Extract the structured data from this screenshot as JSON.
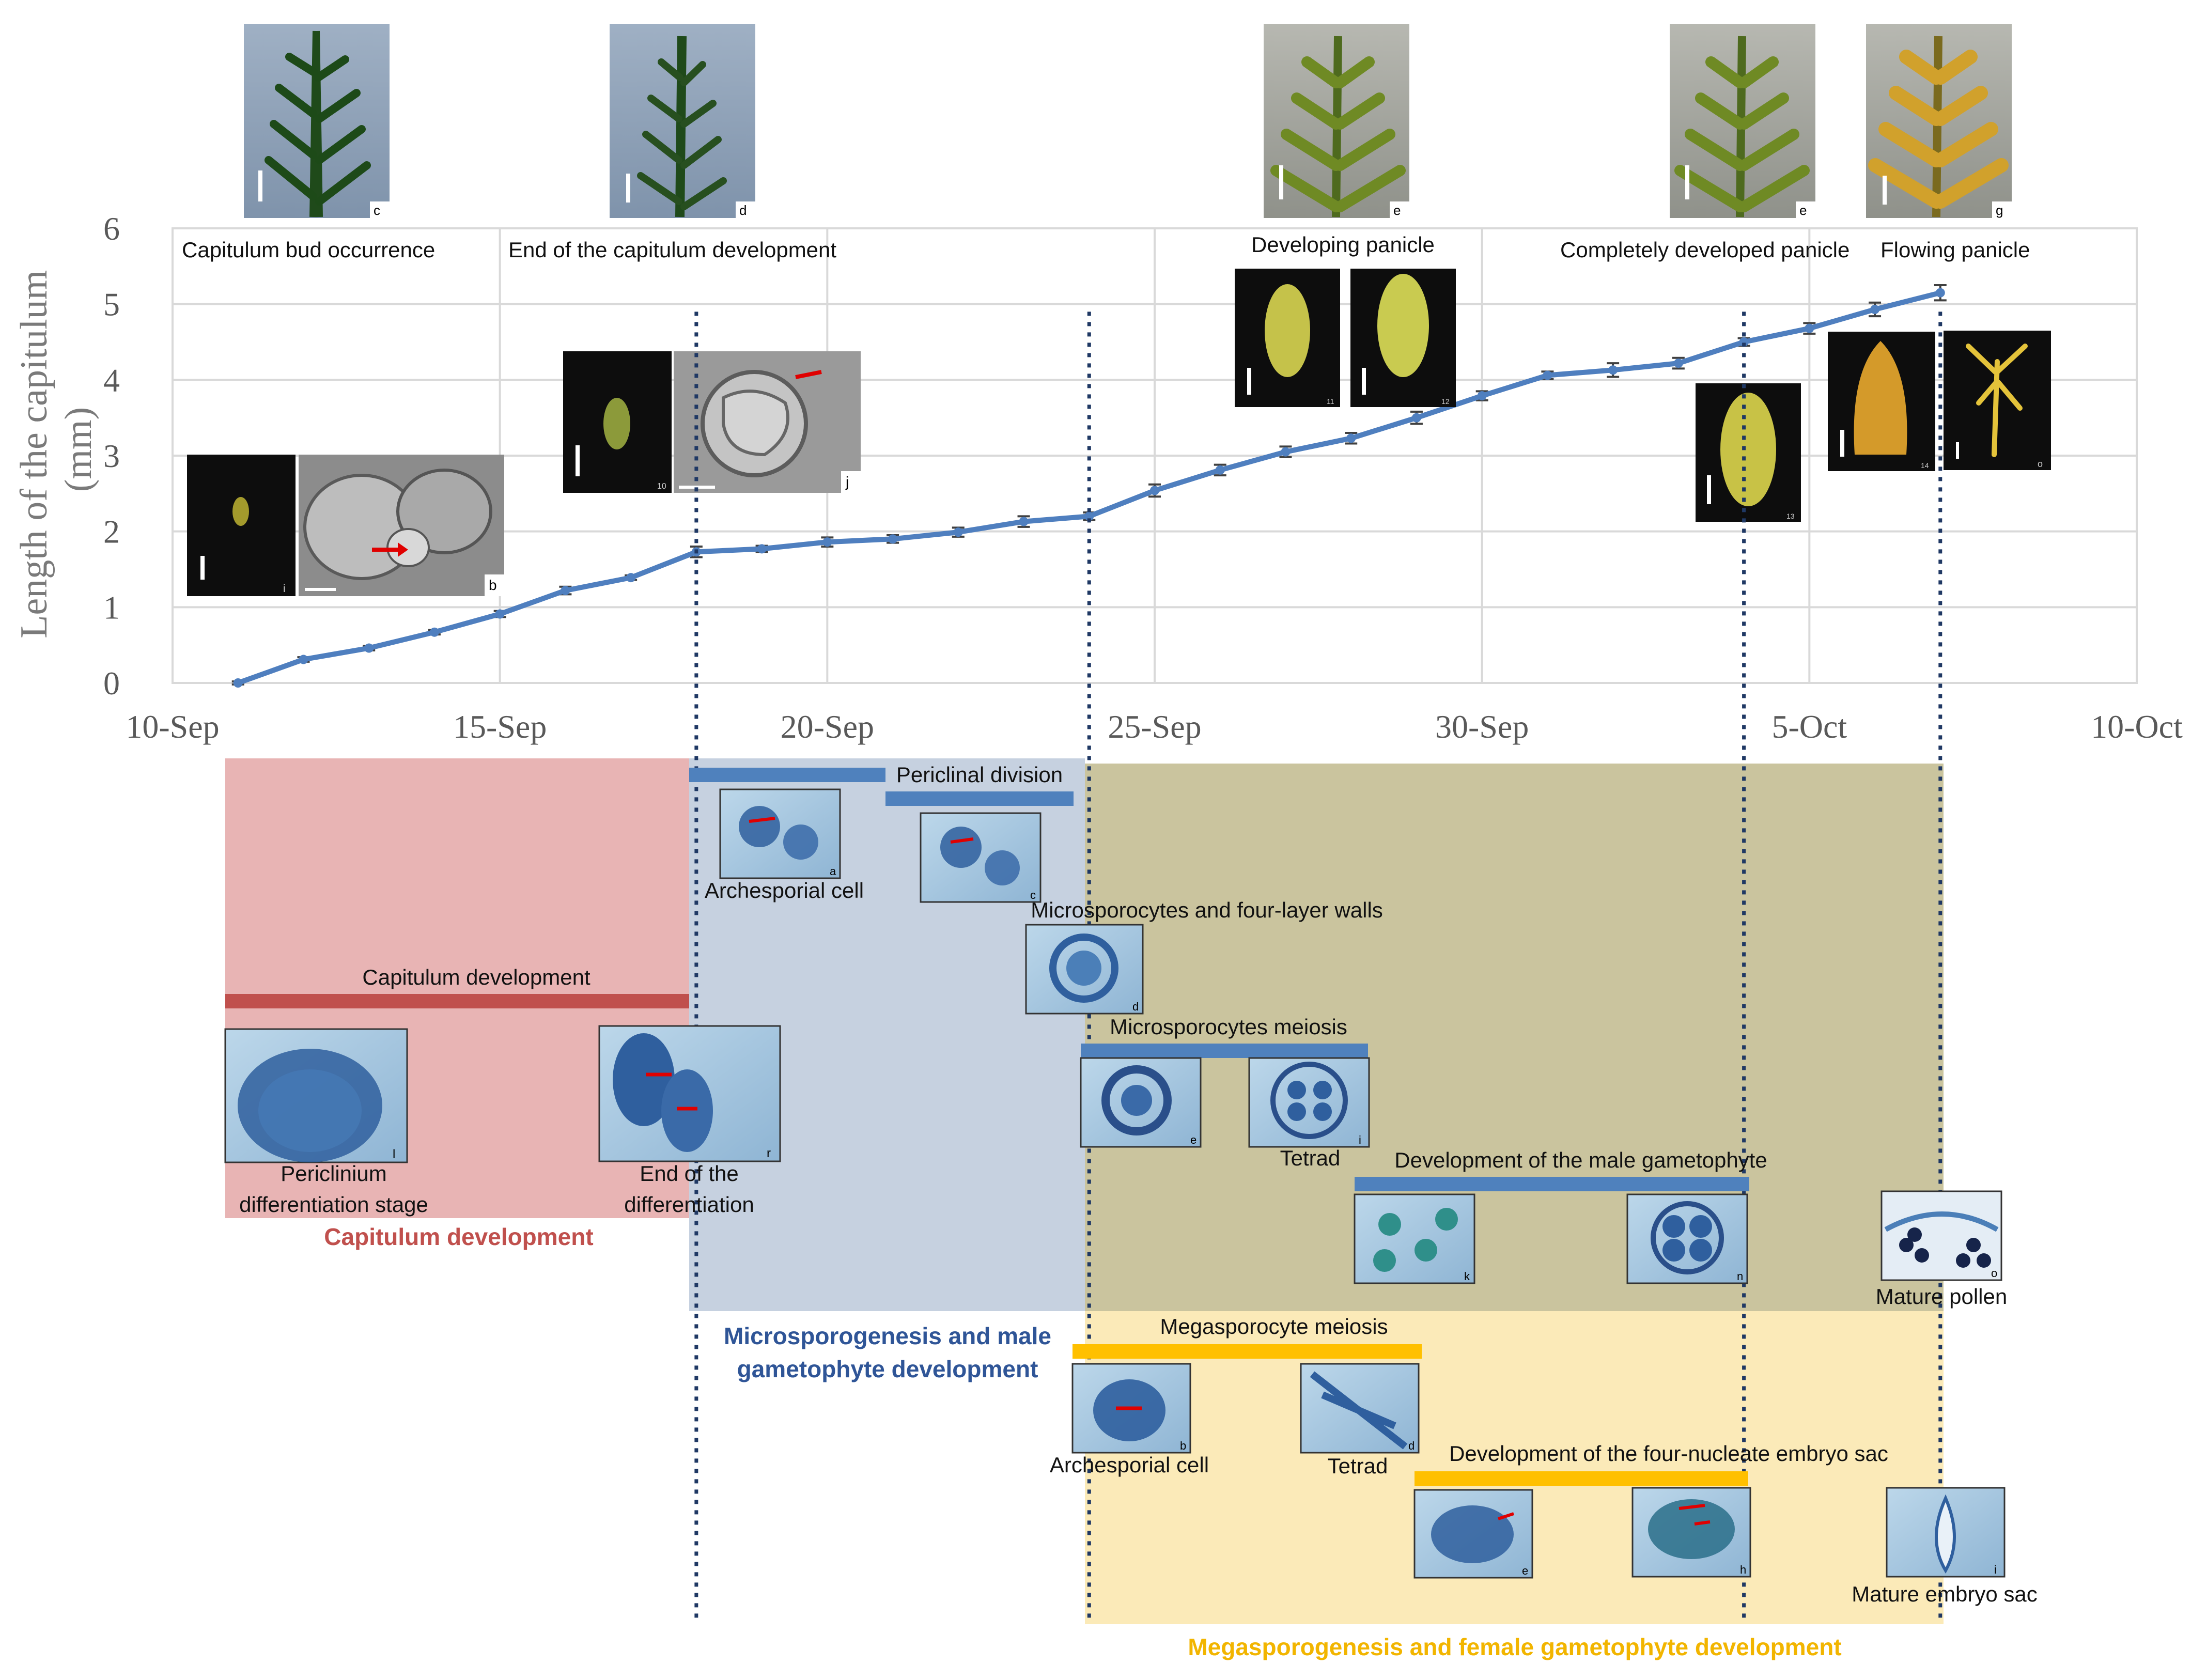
{
  "chart_data": {
    "type": "line",
    "ylabel_line1": "Length of  the capitulum",
    "ylabel_line2": "(mm)",
    "xlabel": "",
    "x_start": "2023-09-10",
    "ylim": [
      0,
      6
    ],
    "y_ticks": [
      "0",
      "1",
      "2",
      "3",
      "4",
      "5",
      "6"
    ],
    "x_ticks": [
      "10-Sep",
      "15-Sep",
      "20-Sep",
      "25-Sep",
      "30-Sep",
      "5-Oct",
      "10-Oct"
    ],
    "grid": true,
    "series": [
      {
        "color": "#4f7fbf",
        "points": [
          {
            "x": "11-Sep",
            "y": 0.0,
            "err": 0.02
          },
          {
            "x": "12-Sep",
            "y": 0.31,
            "err": 0.03
          },
          {
            "x": "13-Sep",
            "y": 0.46,
            "err": 0.03
          },
          {
            "x": "14-Sep",
            "y": 0.67,
            "err": 0.03
          },
          {
            "x": "15-Sep",
            "y": 0.91,
            "err": 0.04
          },
          {
            "x": "16-Sep",
            "y": 1.22,
            "err": 0.05
          },
          {
            "x": "17-Sep",
            "y": 1.39,
            "err": 0.03
          },
          {
            "x": "18-Sep",
            "y": 1.73,
            "err": 0.07
          },
          {
            "x": "19-Sep",
            "y": 1.77,
            "err": 0.04
          },
          {
            "x": "20-Sep",
            "y": 1.86,
            "err": 0.06
          },
          {
            "x": "21-Sep",
            "y": 1.9,
            "err": 0.05
          },
          {
            "x": "22-Sep",
            "y": 1.99,
            "err": 0.06
          },
          {
            "x": "23-Sep",
            "y": 2.13,
            "err": 0.07
          },
          {
            "x": "24-Sep",
            "y": 2.2,
            "err": 0.05
          },
          {
            "x": "25-Sep",
            "y": 2.54,
            "err": 0.08
          },
          {
            "x": "26-Sep",
            "y": 2.81,
            "err": 0.07
          },
          {
            "x": "27-Sep",
            "y": 3.05,
            "err": 0.07
          },
          {
            "x": "28-Sep",
            "y": 3.23,
            "err": 0.07
          },
          {
            "x": "29-Sep",
            "y": 3.5,
            "err": 0.08
          },
          {
            "x": "30-Sep",
            "y": 3.79,
            "err": 0.06
          },
          {
            "x": "1-Oct",
            "y": 4.06,
            "err": 0.05
          },
          {
            "x": "2-Oct",
            "y": 4.13,
            "err": 0.09
          },
          {
            "x": "3-Oct",
            "y": 4.22,
            "err": 0.07
          },
          {
            "x": "4-Oct",
            "y": 4.5,
            "err": 0.05
          },
          {
            "x": "5-Oct",
            "y": 4.68,
            "err": 0.07
          },
          {
            "x": "6-Oct",
            "y": 4.93,
            "err": 0.09
          },
          {
            "x": "7-Oct",
            "y": 5.15,
            "err": 0.1
          }
        ]
      }
    ],
    "stage_markers": [
      "18-Sep",
      "24-Sep",
      "4-Oct",
      "7-Oct"
    ],
    "annotations": [
      "Capitulum bud occurrence",
      "End of the capitulum development",
      "Developing panicle",
      "Completely developed panicle",
      "Flowing panicle"
    ]
  },
  "timeline": {
    "regions": {
      "capitulum": {
        "label": "Capitulum development",
        "color": "#e8b4b4"
      },
      "micro": {
        "label_line1": "Microsporogenesis and male",
        "label_line2": "gametophyte development",
        "color": "#c6d1e0"
      },
      "male": {
        "color": "#cac49e"
      },
      "mega": {
        "label": "Megasporogenesis and female gametophyte development",
        "color": "#fbeab8"
      }
    },
    "bars": [
      {
        "label": "Capitulum development",
        "start": "11-Sep",
        "end": "18-Sep",
        "color": "#c0504d"
      },
      {
        "label": "Periclinal division",
        "start": "18-Sep",
        "end": "24-Sep",
        "color": "#4f81bd"
      },
      {
        "label": "Microsporocytes meiosis",
        "start": "24-Sep",
        "end": "28.5-Sep",
        "color": "#4f81bd"
      },
      {
        "label": "Development of the male gametophyte",
        "start": "28.5-Sep",
        "end": "4-Oct",
        "color": "#4f81bd"
      },
      {
        "label": "Megasporocyte meiosis",
        "start": "24-Sep",
        "end": "29-Sep",
        "color": "#ffc000"
      },
      {
        "label": "Development of the four-nucleate embryo sac",
        "start": "29-Sep",
        "end": "4-Oct",
        "color": "#ffc000"
      }
    ],
    "labels": {
      "microsporocytes_walls": "Microsporocytes and four-layer walls",
      "archesporial_micro": "Archesporial cell",
      "periclinium_1": "Periclinium",
      "periclinium_2": "differentiation stage",
      "end_diff_1": "End of the",
      "end_diff_2": "differentiation",
      "tetrad_micro": "Tetrad",
      "mature_pollen": "Mature pollen",
      "archesporial_mega": "Archesporial cell",
      "tetrad_mega": "Tetrad",
      "mature_embryo": "Mature embryo sac"
    }
  },
  "photo_letters": {
    "top_c": "c",
    "top_d": "d",
    "top_e1": "e",
    "top_e2": "e",
    "top_g": "g",
    "bud_i": "i",
    "sem_b": "b",
    "bud_10": "10",
    "sem_j": "j",
    "bud_11": "11",
    "bud_12": "12",
    "bud_13": "13",
    "bud_14": "14",
    "flower_o": "o",
    "cap_l": "l",
    "cap_r": "r",
    "mic_a": "a",
    "mic_c": "c",
    "mic_d": "d",
    "mic_e": "e",
    "mic_i": "i",
    "mic_k": "k",
    "mic_n": "n",
    "mic_o": "o",
    "meg_b": "b",
    "meg_d": "d",
    "meg_e": "e",
    "meg_h": "h",
    "meg_i": "i"
  }
}
